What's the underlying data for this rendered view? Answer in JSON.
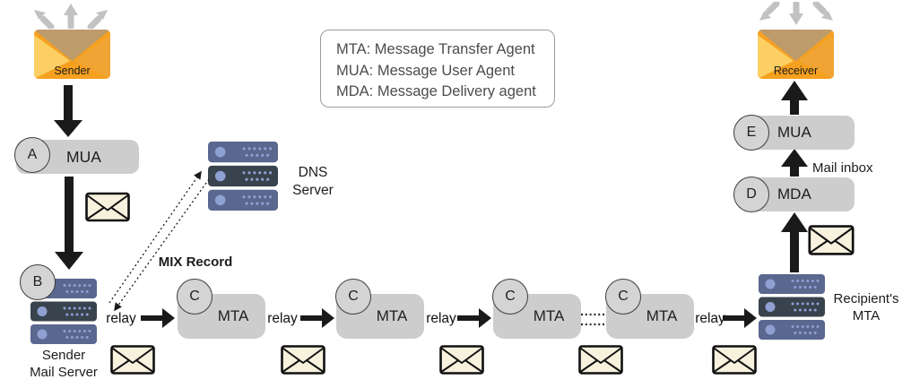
{
  "legend": {
    "lines": [
      "MTA: Message Transfer Agent",
      "MUA: Message User Agent",
      "MDA: Message Delivery agent"
    ]
  },
  "sender_envelope": {
    "label": "Sender"
  },
  "receiver_envelope": {
    "label": "Receiver"
  },
  "sender_mua": {
    "letter": "A",
    "label": "MUA"
  },
  "sender_server": {
    "letter": "B",
    "line1": "Sender",
    "line2": "Mail Server"
  },
  "dns_server": {
    "line1": "DNS",
    "line2": "Server"
  },
  "mix_record_label": "MIX Record",
  "relay_labels": [
    "relay",
    "relay",
    "relay",
    "relay"
  ],
  "mta_chain": [
    {
      "letter": "C",
      "label": "MTA"
    },
    {
      "letter": "C",
      "label": "MTA"
    },
    {
      "letter": "C",
      "label": "MTA"
    },
    {
      "letter": "C",
      "label": "MTA"
    }
  ],
  "recipient_mta": {
    "line1": "Recipient's",
    "line2": "MTA"
  },
  "mda": {
    "letter": "D",
    "label": "MDA"
  },
  "receiver_mua": {
    "letter": "E",
    "label": "MUA"
  },
  "mail_inbox_label": "Mail inbox",
  "colors": {
    "envelope_orange": "#F6A01F",
    "envelope_flap_tan": "#BE9B6A",
    "envelope_corner_light": "#FBCF63",
    "envelope_corner_right": "#F0A433",
    "message_cream": "#F8F1DE",
    "server_body": "#5A678F",
    "server_dark": "#39434E",
    "server_accent": "#8FA0D2",
    "node_gray": "#CDCDCD",
    "arrow_black": "#1A1A1A",
    "arrow_gray": "#C2C2C2",
    "legend_text": "#4C4C4C"
  },
  "icons": {
    "outgoing": "triple-outgoing-arrows-icon",
    "incoming": "triple-incoming-arrows-icon",
    "open_envelope": "open-envelope-icon",
    "message": "sealed-envelope-icon",
    "server": "server-stack-icon",
    "relay_arrow": "solid-arrow-icon",
    "dns_link": "dashed-arrow-icon"
  }
}
